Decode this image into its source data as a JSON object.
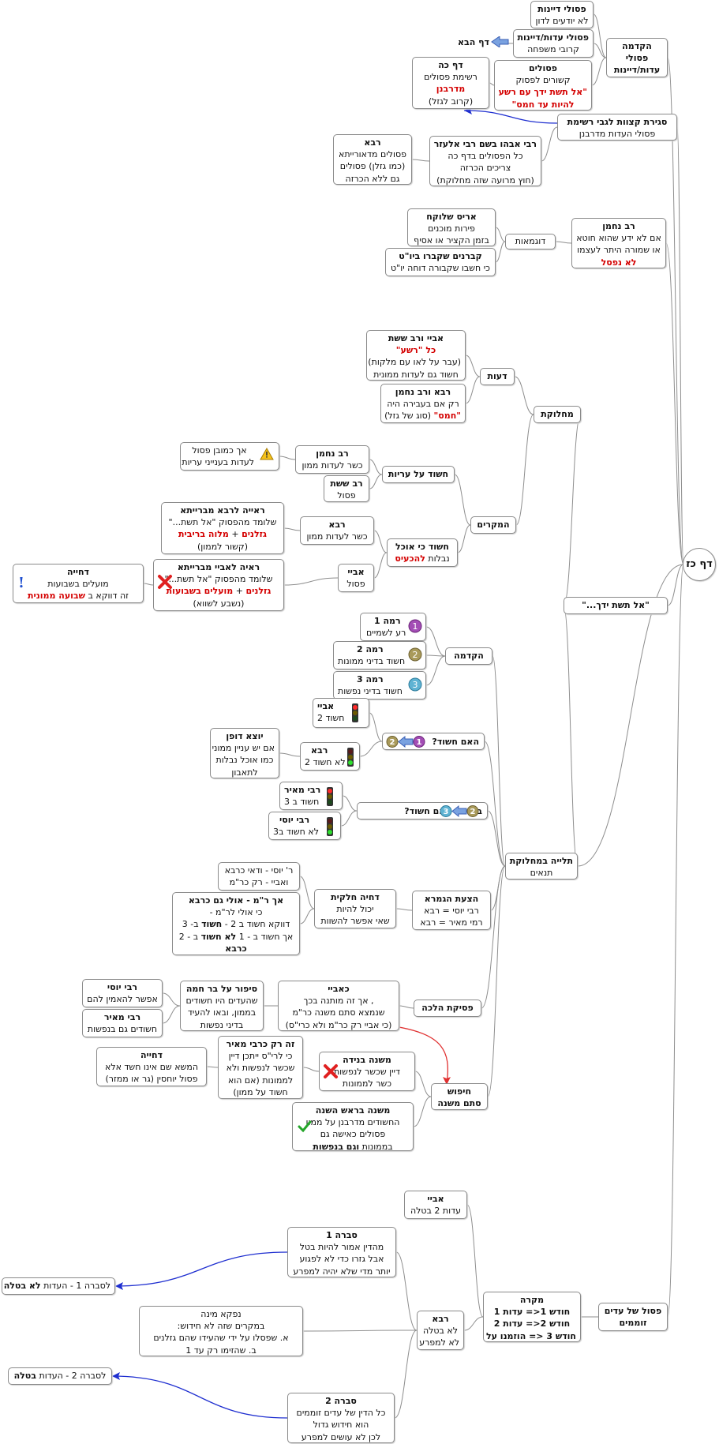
{
  "colors": {
    "line": "#8e8e8e",
    "blue_link": "#1f2fd0",
    "red_link": "#e03030",
    "red_text": "#d40000"
  },
  "nodes": {
    "root": {
      "title": "דף כז"
    },
    "intro": {
      "title": "הקדמה",
      "lines": [
        "פסולי",
        "עדות/דיינות"
      ]
    },
    "disq_judges": {
      "title": "פסולי דיינות",
      "lines": [
        "לא יודעים לדון"
      ]
    },
    "disq_witness_judges": {
      "title": "פסולי עדות/דיינות",
      "lines": [
        "קרובי משפחה"
      ]
    },
    "next_page": {
      "title": "דף הבא"
    },
    "disq_verse": {
      "title": "פסולים",
      "lines": [
        "קשורים לפסוק"
      ],
      "red": [
        "\"אל תשת ידך עם רשע",
        "להיות עד חמס\""
      ]
    },
    "this_page": {
      "title": "דף כה",
      "lines": [
        "רשימת פסולים"
      ],
      "red": [
        "מדרבנן"
      ],
      "after": [
        "(קרוב לגזל)"
      ]
    },
    "closing_list": {
      "title": "סגירת קצוות לגבי רשימת",
      "lines": [
        "פסולי העדות מדרבנן"
      ]
    },
    "rabbi_abahu": {
      "title": "רבי אבהו בשם רבי אלעזר",
      "lines": [
        "כל הפסולים בדף כה",
        "צריכים הכרזה",
        "(חוץ מרועה שזה מחלוקת)"
      ]
    },
    "rava_top": {
      "title": "רבא",
      "lines": [
        "פסולים מדאורייתא",
        "(כמו גזלן) פסולים",
        "גם ללא הכרזה"
      ]
    },
    "rav_nachman": {
      "title": "רב נחמן",
      "lines": [
        "אם לא ידע שהוא חוטא",
        "או שמורה היתר לעצמו"
      ],
      "red": [
        "לא נפסל"
      ]
    },
    "examples": {
      "title": "דוגמאות"
    },
    "aris": {
      "title": "אריס שלוקח",
      "lines": [
        "פירות מוכנים",
        "בזמן הקציר או אסיף"
      ]
    },
    "korban": {
      "title": "קברנים שקברו ביו\"ט",
      "lines": [
        "כי חשבו שקבורה דוחה יו\"ט"
      ]
    },
    "al_tashet": {
      "title": "\"אל תשת ידך...\""
    },
    "machloket": {
      "title": "מחלוקת"
    },
    "deot": {
      "title": "דעות"
    },
    "abaye_rav_sheshet": {
      "title": "אביי ורב ששת",
      "red": [
        "כל \"רשע\""
      ],
      "lines": [
        "(עבר על לאו עם מלקות)",
        "חשוד גם לעדות ממונית"
      ]
    },
    "rava_rav_nachman": {
      "title": "רבא ורב נחמן",
      "lines": [
        "רק אם בעבירה היה"
      ],
      "red_inline": "\"חמס\"",
      "inline_rest": " (סוג של גזל)"
    },
    "cases": {
      "title": "המקרים"
    },
    "suspect_arayot": {
      "title": "חשוד על עריות"
    },
    "rn_arayot": {
      "title": "רב נחמן",
      "lines": [
        "כשר לעדות ממון"
      ]
    },
    "rs_arayot": {
      "title": "רב ששת",
      "lines": [
        "פסול"
      ]
    },
    "arayot_note": {
      "lines": [
        "אך כמובן  פסול",
        "לעדות בענייני עריות"
      ]
    },
    "suspect_nevelot": {
      "title": "חשוד כי אוכל",
      "lines": [
        "נבלות"
      ],
      "red_inline": "להכעיס"
    },
    "rava_nev": {
      "title": "רבא",
      "lines": [
        "כשר לעדות ממון"
      ]
    },
    "abaye_nev": {
      "title": "אביי",
      "lines": [
        "פסול"
      ]
    },
    "proof_rava": {
      "title": "ראייה לרבא מברייתא",
      "lines": [
        "שלומד מהפסוק \"אל תשת...\""
      ],
      "mix1": [
        "גזלנים",
        " + ",
        "מלוה בריבית"
      ],
      "after": [
        "(קשור לממון)"
      ]
    },
    "proof_abaye": {
      "title": "ראיה לאביי מברייתא",
      "lines": [
        "שלומד מהפסוק \"אל תשת...\""
      ],
      "mix1": [
        "גזלנים",
        " + ",
        "מועלים בשבועות"
      ],
      "after": [
        "(נשבע לשווא)"
      ]
    },
    "rejection_1": {
      "title": "דחייה",
      "lines": [
        "מועלים בשבועות"
      ],
      "mix1": [
        "זה דווקא ב ",
        "שבועה ממונית"
      ]
    },
    "dependent": {
      "title": "תלייה במחלוקת",
      "lines": [
        "תנאים"
      ]
    },
    "intro2": {
      "title": "הקדמה"
    },
    "level1": {
      "title": "רמה 1",
      "lines": [
        "רע לשמיים"
      ]
    },
    "level2": {
      "title": "רמה 2",
      "lines": [
        "חשוד בדיני ממונות"
      ]
    },
    "level3": {
      "title": "רמה 3",
      "lines": [
        "חשוד בדיני נפשות"
      ]
    },
    "is_suspect": {
      "title": "האם חשוד?"
    },
    "abaye_lvl": {
      "title": "אביי",
      "lines": [
        "חשוד 2"
      ]
    },
    "rava_lvl": {
      "title": "רבא",
      "lines": [
        "לא חשוד 2"
      ]
    },
    "yotze_dofen": {
      "title": "יוצא דופן",
      "lines": [
        "אם יש עניין ממוני",
        "כמו אוכל נבלות",
        "לתאבון"
      ]
    },
    "baraita_suspect": {
      "title": "ברייתא האם חשוד?"
    },
    "rabbi_meir": {
      "title": "רבי מאיר",
      "lines": [
        "חשוד ב 3"
      ]
    },
    "rabbi_yosi": {
      "title": "רבי יוסי",
      "lines": [
        "לא חשוד ב3"
      ]
    },
    "gemara_suggest": {
      "title": "הצעת הגמרא",
      "lines": [
        "רבי יוסי = רבא",
        "רמי מאיר = רבא"
      ]
    },
    "partial_reject": {
      "title": "דחיה חלקית",
      "lines": [
        "יכול להיות",
        "שאי אפשר להשוות"
      ]
    },
    "ry_rava_note": {
      "lines": [
        "ר' יוסי - ודאי כרבא",
        "ואביי - רק כר\"מ"
      ]
    },
    "rm_also_rava": {
      "title": "אך ר\"מ - אולי גם כרבא",
      "lines": [
        "כי אולי לר\"מ -"
      ],
      "mixlines": [
        [
          "דווקא חשוד ב 2 - ",
          "חשוד",
          " ב- 3"
        ],
        [
          "אך חשוד ב - 1 ",
          "לא חשוד",
          " ב - 2"
        ]
      ],
      "tail": "כרבא"
    },
    "ruling": {
      "title": "פסיקת הלכה"
    },
    "like_abaye": {
      "title": "כאביי",
      "lines": [
        ", אך זה מותנה בכך",
        "שנמצא סתם משנה כר\"מ",
        "(כי אביי רק כר\"מ ולא כרי\"ס)"
      ]
    },
    "story_bar_chama": {
      "title": "סיפור על בר חמה",
      "lines": [
        "שהעדים היו חשודים",
        "בממון, ובאו להעיד",
        "בדיני נפשות"
      ]
    },
    "ry_story": {
      "title": "רבי יוסי",
      "lines": [
        "אפשר להאמין להם"
      ]
    },
    "rm_story": {
      "title": "רבי מאיר",
      "lines": [
        "חשודים גם בנפשות"
      ]
    },
    "search_mishna": {
      "title": "חיפוש",
      "lines": [
        "סתם משנה"
      ]
    },
    "mishna_beida": {
      "title": "משנה בנידה",
      "lines": [
        "דיין שכשר לנפשות",
        "כשר לממונות"
      ]
    },
    "only_rm": {
      "title": "זה רק כרבי מאיר",
      "lines": [
        "כי לרי\"ס ייתכן דיין",
        "שכשר לנפשות ולא",
        "לממונות (אם הוא",
        "חשוד על ממון)"
      ]
    },
    "rejection_2": {
      "title": "דחייה",
      "lines": [
        "המשא שם אינו חשד אלא",
        "פסול יוחסין (גר או ממזר)"
      ]
    },
    "mishna_rh": {
      "title": "משנה בראש השנה",
      "lines": [
        "החשודים מדרבנן על ממון",
        "פסולים כאישה גם"
      ],
      "mix1": [
        "בממונות ",
        "וגם בנפשות"
      ]
    },
    "witness_disq": {
      "title": "פסול של עדים",
      "lines": [
        "זוממים"
      ]
    },
    "case": {
      "title": "מקרה",
      "bold": [
        "חודש 1<= עדות 1",
        "חודש 2<= עדות 2",
        "חודש 3 <= הוזמנו על 1"
      ]
    },
    "abaye_last": {
      "title": "אביי",
      "lines": [
        "עדות 2 בטלה"
      ]
    },
    "rava_last": {
      "title": "רבא",
      "lines": [
        "לא בטלה",
        "לא למפרע"
      ]
    },
    "reason1": {
      "title": "סברה 1",
      "lines": [
        "מהדין אמור להיות בטל",
        "אבל גזרו כדי לא לפגוע",
        "יותר מדי שלא יהיה למפרע"
      ]
    },
    "practical": {
      "lines": [
        "נפקא מינה",
        "במקרים שזה לא חידוש:",
        "א. שפסלו על ידי שהעידו שהם גזלנים",
        "ב. שהזימו רק עד 1"
      ]
    },
    "reason2": {
      "title": "סברה 2",
      "lines": [
        "כל הדין של עדים זוממים",
        "הוא חידוש גדול",
        "לכן לא עושים למפרע"
      ]
    },
    "result1": {
      "pre": "לסברה 1 - העדות ",
      "bold": "לא בטלה"
    },
    "result2": {
      "pre": "לסברה 2 - העדות ",
      "bold": "בטלה"
    }
  },
  "icons": {
    "warning": "warning-icon",
    "cross": "x-mark-icon",
    "exclaim": "exclamation-icon",
    "check": "check-mark-icon",
    "arrow": "blue-arrow-icon",
    "num1": "1",
    "num2": "2",
    "num3": "3",
    "traffic_red": "traffic-light-red-icon",
    "traffic_green": "traffic-light-green-icon"
  }
}
